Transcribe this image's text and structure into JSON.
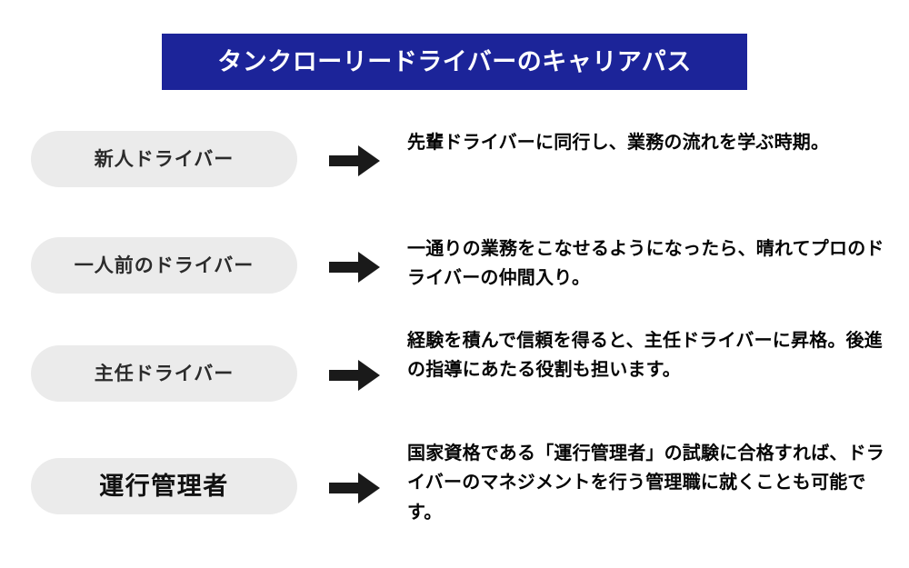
{
  "title": {
    "text": "タンクローリードライバーのキャリアパス",
    "background_color": "#1c2499",
    "text_color": "#ffffff"
  },
  "theme": {
    "page_background": "#ffffff",
    "pill_background": "#ebebeb",
    "pill_text_color": "#2b2b2b",
    "description_text_color": "#060606",
    "arrow_color": "#1a1a1a"
  },
  "steps": [
    {
      "label": "新人ドライバー",
      "arrow": "right-arrow-icon",
      "description": "先輩ドライバーに同行し、業務の流れを学ぶ時期。",
      "emphasis": false
    },
    {
      "label": "一人前のドライバー",
      "arrow": "right-arrow-icon",
      "description": "一通りの業務をこなせるようになったら、晴れてプロのドライバーの仲間入り。",
      "emphasis": false
    },
    {
      "label": "主任ドライバー",
      "arrow": "right-arrow-icon",
      "description": "経験を積んで信頼を得ると、主任ドライバーに昇格。後進の指導にあたる役割も担います。",
      "emphasis": false
    },
    {
      "label": "運行管理者",
      "arrow": "right-arrow-icon",
      "description": "国家資格である「運行管理者」の試験に合格すれば、ドライバーのマネジメントを行う管理職に就くことも可能です。",
      "emphasis": true
    }
  ]
}
